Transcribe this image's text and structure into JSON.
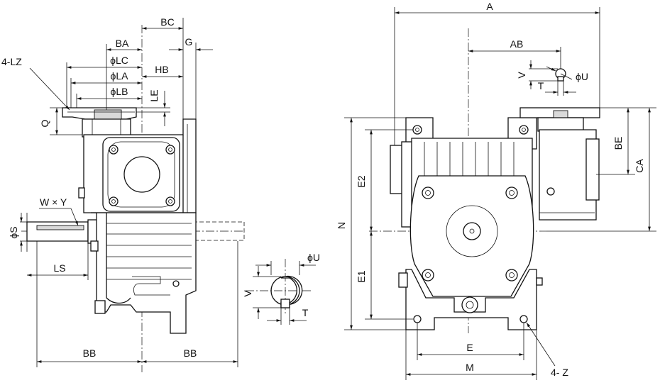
{
  "labels": {
    "A": "A",
    "AB": "AB",
    "BC": "BC",
    "G": "G",
    "BA": "BA",
    "LZ": "4-LZ",
    "LC": "ϕLC",
    "LA": "ϕLA",
    "HB": "HB",
    "LB": "ϕLB",
    "LE": "LE",
    "Q": "Q",
    "WY": "W × Y",
    "S": "ϕS",
    "LS": "LS",
    "BB_left": "BB",
    "BB_right": "BB",
    "U_key": "ϕU",
    "V_key": "V",
    "T_key": "T",
    "U_top": "ϕU",
    "V_top": "V",
    "T_top": "T",
    "N": "N",
    "E2": "E2",
    "E1": "E1",
    "BE": "BE",
    "CA": "CA",
    "E": "E",
    "M": "M",
    "Z": "4- Z"
  }
}
